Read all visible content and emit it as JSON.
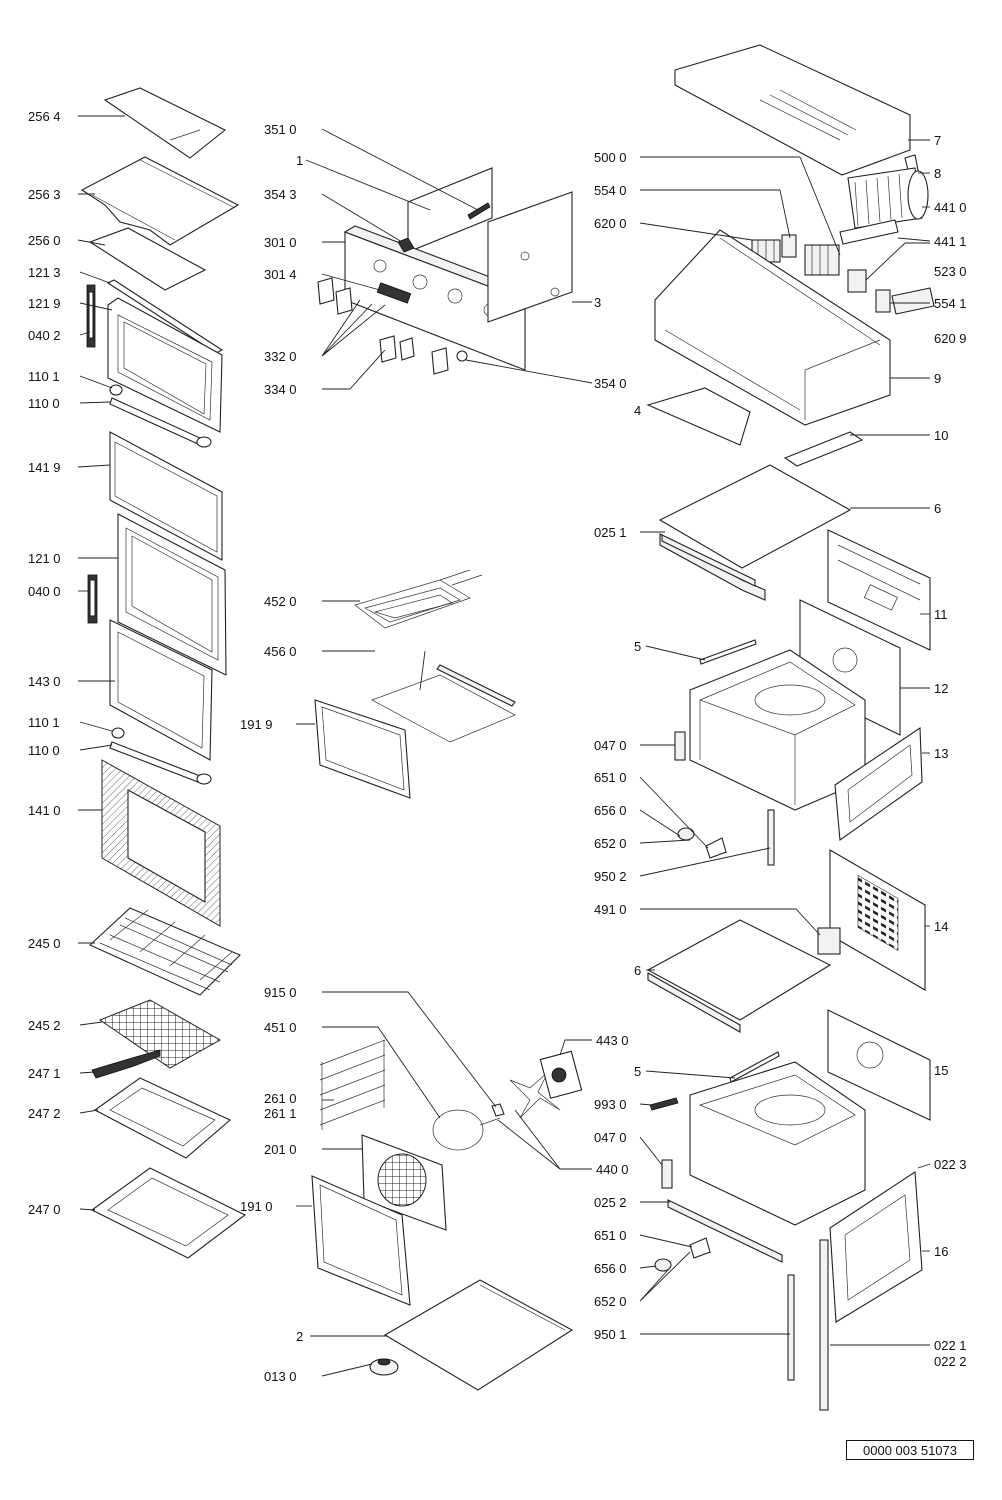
{
  "doc_ref": "0000 003 51073",
  "labels": {
    "l2564": "256 4",
    "l2563": "256 3",
    "l2560": "256 0",
    "l1213": "121 3",
    "l1219": "121 9",
    "l0402": "040 2",
    "l1101a": "110 1",
    "l1100a": "110 0",
    "l1419": "141 9",
    "l1210": "121 0",
    "l0400": "040 0",
    "l1430": "143 0",
    "l1101b": "110 1",
    "l1100b": "110 0",
    "l1410": "141 0",
    "l2450": "245 0",
    "l2452": "245 2",
    "l2471": "247 1",
    "l2472": "247 2",
    "l2470": "247 0",
    "l3510": "351 0",
    "l1": "1",
    "l3543": "354 3",
    "l3010": "301 0",
    "l3014": "301 4",
    "l3": "3",
    "l3320": "332 0",
    "l3340": "334 0",
    "l3540": "354 0",
    "l4520": "452 0",
    "l4560": "456 0",
    "l1919": "191 9",
    "l9150": "915 0",
    "l4510": "451 0",
    "l2610": "261 0",
    "l2611": "261 1",
    "l2010": "201 0",
    "l1910": "191 0",
    "l2": "2",
    "l0130": "013 0",
    "l4430": "443 0",
    "l4400": "440 0",
    "l7": "7",
    "l5000": "500 0",
    "l8": "8",
    "l5540": "554 0",
    "l4410": "441 0",
    "l6200": "620 0",
    "l4411": "441 1",
    "l5230": "523 0",
    "l5541": "554 1",
    "l6209": "620 9",
    "l9": "9",
    "l4": "4",
    "l10": "10",
    "l6": "6",
    "l0251": "025 1",
    "l11": "11",
    "l5": "5",
    "l12": "12",
    "l0470": "047 0",
    "l13": "13",
    "l6510": "651 0",
    "l6560": "656 0",
    "l6520": "652 0",
    "l9502": "950 2",
    "l4910": "491 0",
    "l14": "14",
    "l6b": "6",
    "l5b": "5",
    "l15": "15",
    "l9930": "993 0",
    "l0470b": "047 0",
    "l0252": "025 2",
    "l0223": "022 3",
    "l16": "16",
    "l6510b": "651 0",
    "l6560b": "656 0",
    "l6520b": "652 0",
    "l9501": "950 1",
    "l0221": "022 1",
    "l0222": "022 2"
  }
}
